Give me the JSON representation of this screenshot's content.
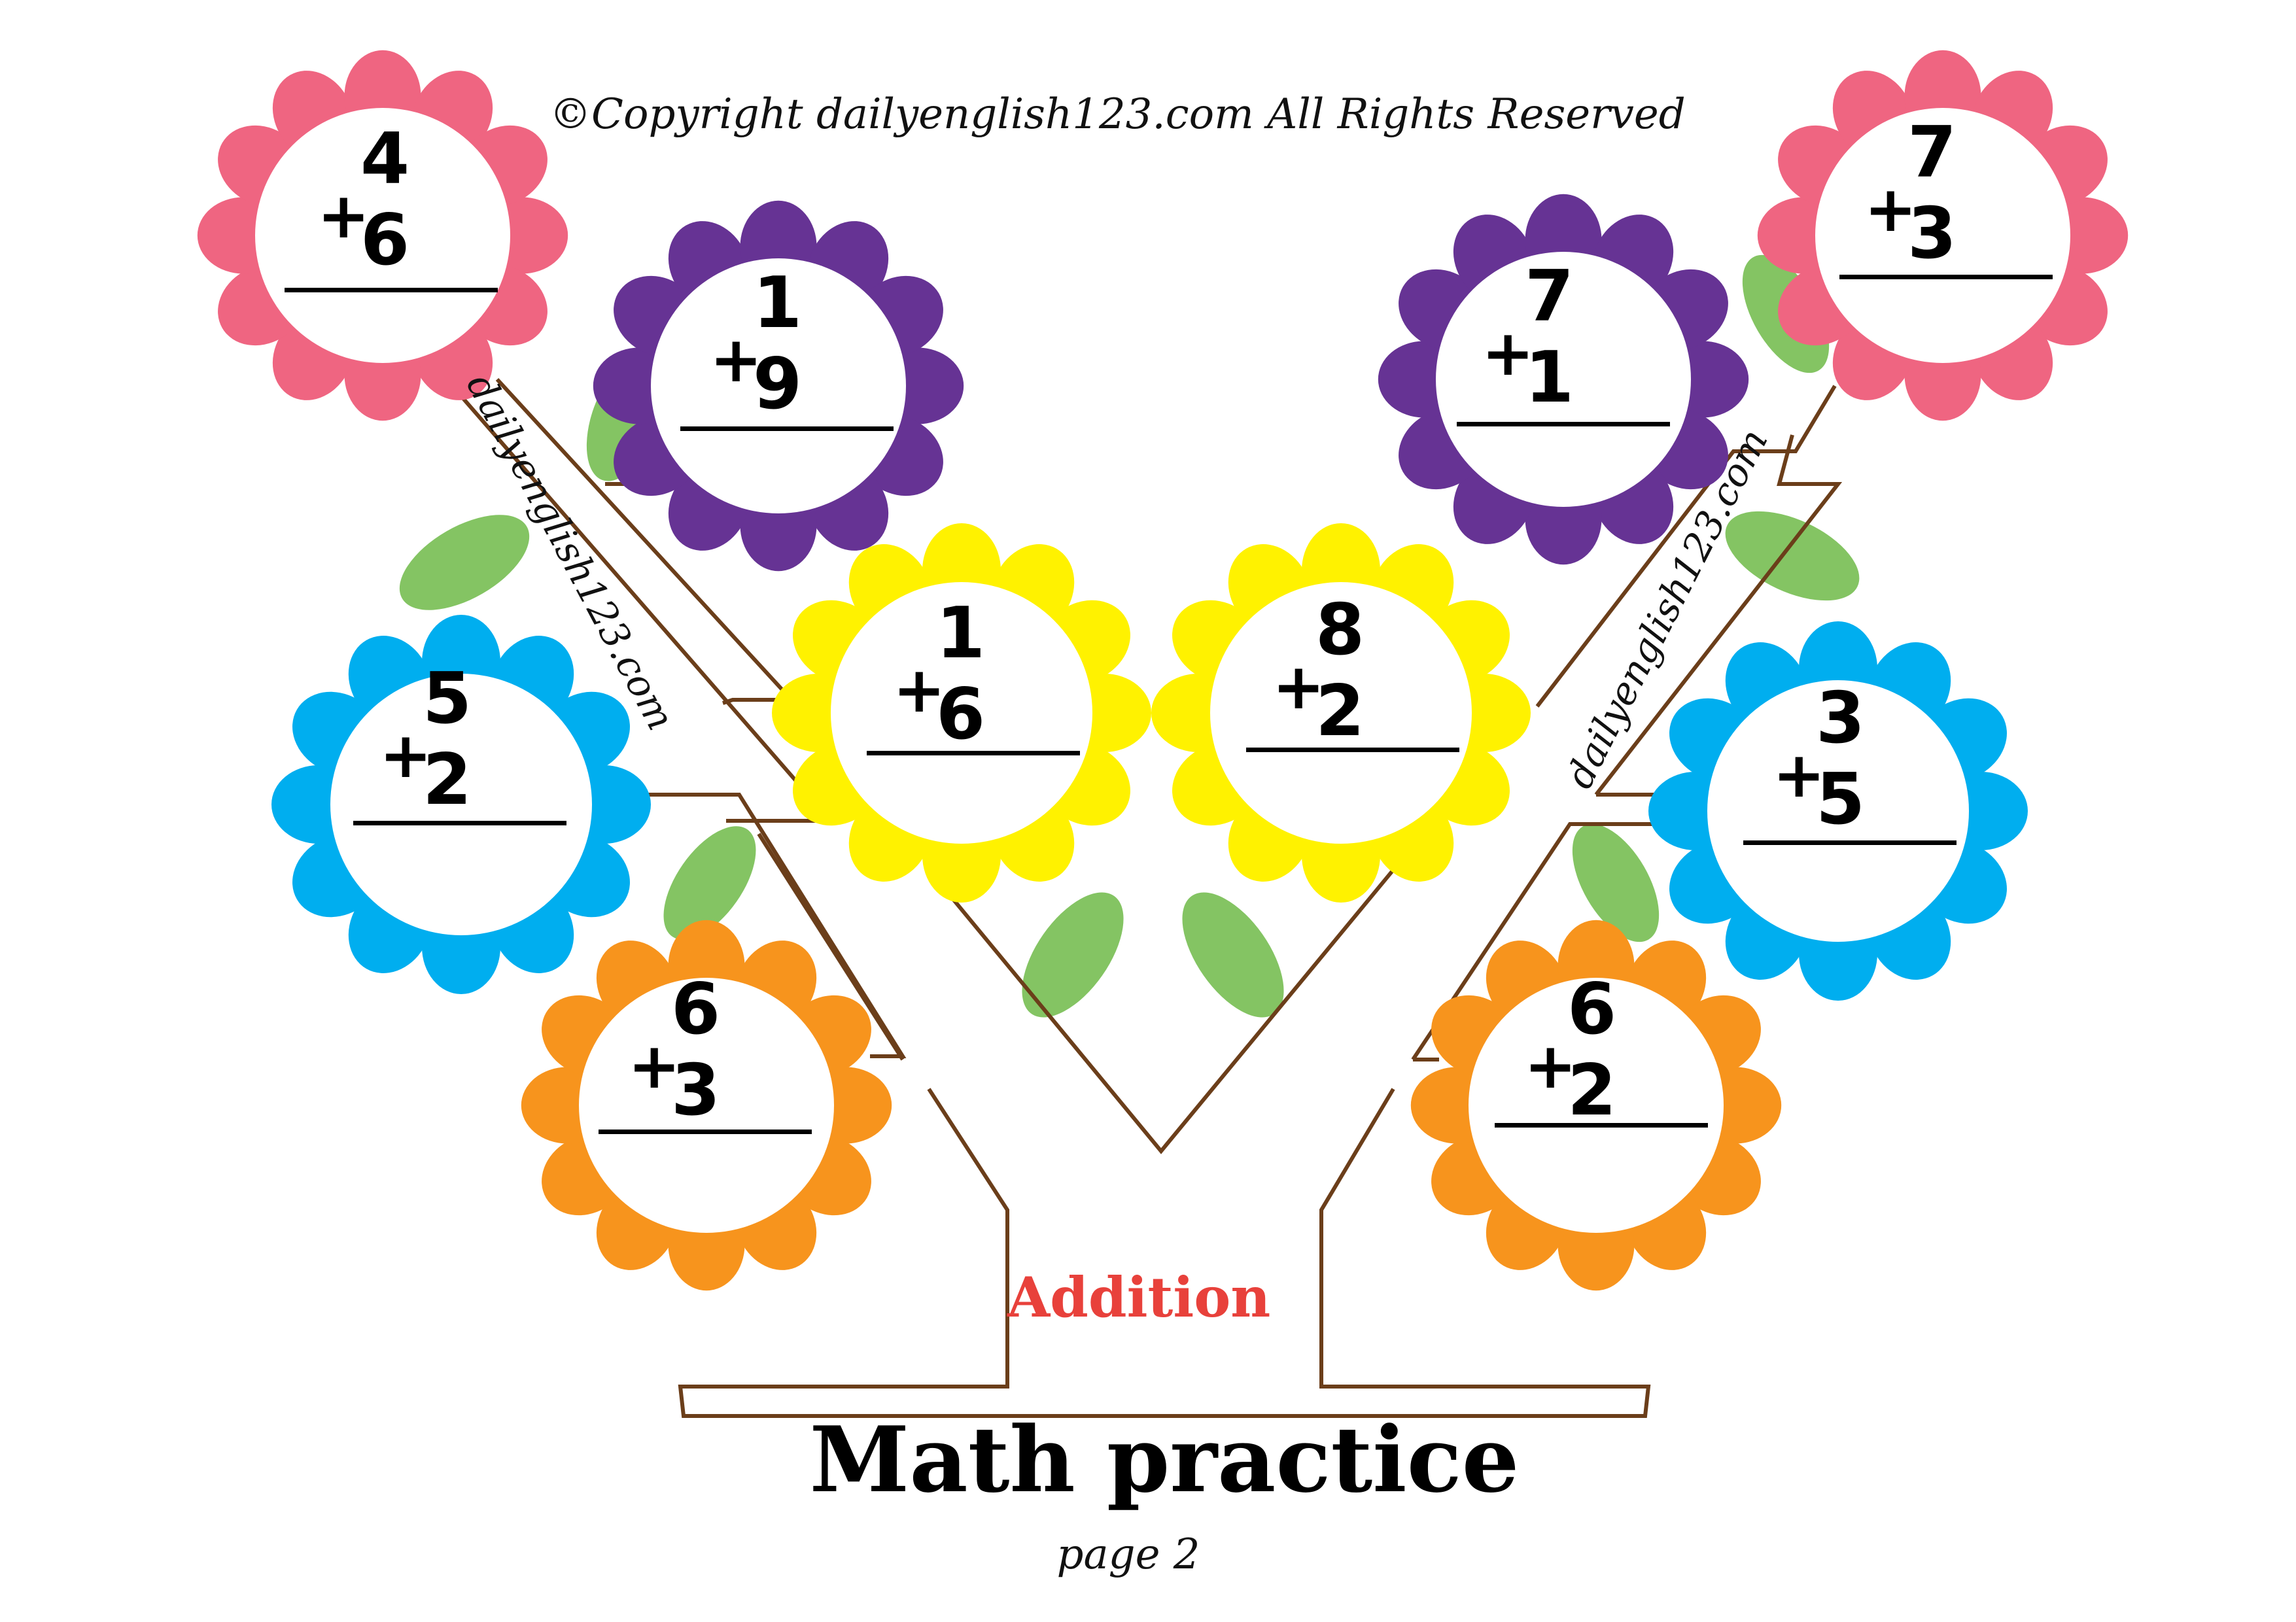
{
  "copyright": "©Copyright dailyenglish123.com  All Rights Reserved",
  "watermark": "dailyenglish123.com",
  "operator": "+",
  "topic": "Addition",
  "title": "Math practice",
  "page_label": "page 2",
  "colors": {
    "pink": "#ef6581",
    "purple": "#663394",
    "yellow": "#fff200",
    "blue": "#00aeef",
    "orange": "#f7941d",
    "leaf": "#84c463",
    "trunk": "#6b3e1a",
    "addition_text": "#e8413b"
  },
  "problems": [
    {
      "a": "4",
      "b": "6",
      "color": "pink"
    },
    {
      "a": "1",
      "b": "9",
      "color": "purple"
    },
    {
      "a": "5",
      "b": "2",
      "color": "blue"
    },
    {
      "a": "6",
      "b": "3",
      "color": "orange"
    },
    {
      "a": "1",
      "b": "6",
      "color": "yellow"
    },
    {
      "a": "8",
      "b": "2",
      "color": "yellow"
    },
    {
      "a": "7",
      "b": "1",
      "color": "purple"
    },
    {
      "a": "7",
      "b": "3",
      "color": "pink"
    },
    {
      "a": "3",
      "b": "5",
      "color": "blue"
    },
    {
      "a": "6",
      "b": "2",
      "color": "orange"
    }
  ]
}
